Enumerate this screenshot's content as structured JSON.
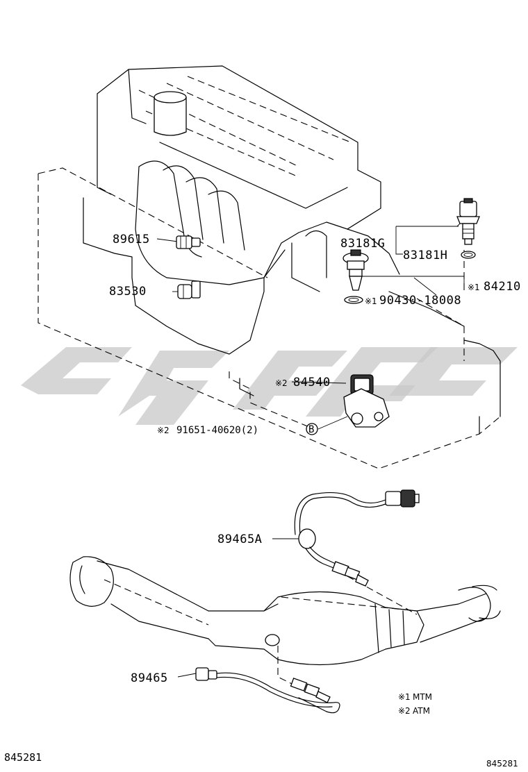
{
  "parts": {
    "p89615": "89615",
    "p83530": "83530",
    "p83181g": "83181G",
    "p83181h": "83181H",
    "p84210": "84210",
    "p84210_mark": "※1",
    "p90430": "90430-18008",
    "p90430_mark": "※1",
    "p84540": "84540",
    "p84540_mark": "※2",
    "p91651": "91651-40620(2)",
    "p91651_mark": "※2",
    "p89465a": "89465A",
    "p89465": "89465"
  },
  "notes": {
    "n1_mark": "※1",
    "n1_text": "MTM",
    "n2_mark": "※2",
    "n2_text": "ATM"
  },
  "codes": {
    "left": "845281",
    "right": "845281"
  },
  "icons": {
    "bolt_symbol": "B"
  }
}
